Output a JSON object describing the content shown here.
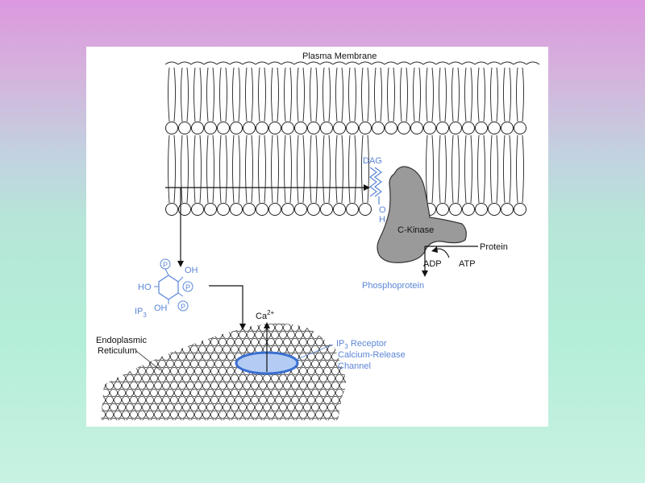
{
  "diagram": {
    "plasma_membrane": "Plasma Membrane",
    "dag": "DAG",
    "oh_o": "O",
    "oh_h": "H",
    "c_kinase": "C-Kinase",
    "protein": "Protein",
    "adp": "ADP",
    "atp": "ATP",
    "phosphoprotein": "Phosphoprotein",
    "ip3_name": "IP",
    "ip3_sub": "3",
    "ho": "HO",
    "oh_top": "OH",
    "oh_bottom": "OH",
    "phosphate": "P",
    "ca_label": "Ca",
    "ca_sup": "2+",
    "er_line1": "Endoplasmic",
    "er_line2": "Reticulum",
    "rec_ip": "IP",
    "rec_sub": "3",
    "rec_line1_rest": " Receptor",
    "rec_line2": "Calcium-Release",
    "rec_line3": "Channel"
  },
  "colors": {
    "accent_blue": "#5b86d8",
    "kinase_gray": "#9a9a9a",
    "channel_fill": "#b4ccf4"
  }
}
